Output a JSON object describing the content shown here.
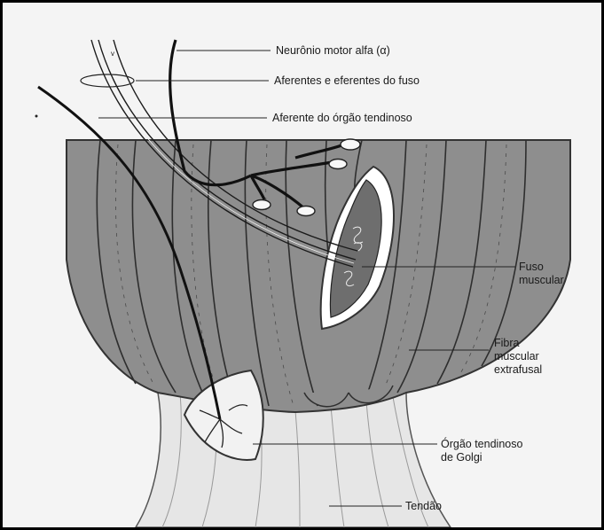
{
  "labels": {
    "neuron": "Neurônio motor alfa (α)",
    "afferents": "Aferentes e eferentes do fuso",
    "tendon_afferent": "Aferente do órgão tendinoso",
    "spindle_line1": "Fuso",
    "spindle_line2": "muscular",
    "extrafusal_line1": "Fibra",
    "extrafusal_line2": "muscular",
    "extrafusal_line3": "extrafusal",
    "golgi_line1": "Órgão tendinoso",
    "golgi_line2": "de Golgi",
    "tendon": "Tendão"
  },
  "colors": {
    "muscle": "#8a8a8a",
    "muscle_dark": "#5a5a5a",
    "tendon": "#e8e8e8",
    "background_paper": "#f4f4f4"
  }
}
